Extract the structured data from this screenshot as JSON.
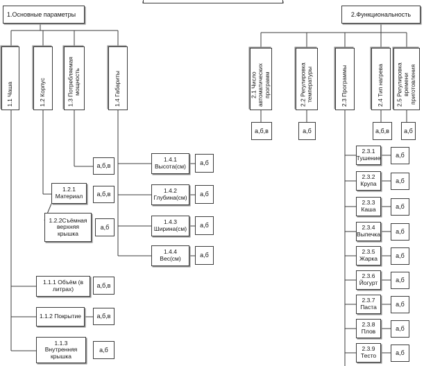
{
  "root_box": {
    "label": ""
  },
  "branch1": {
    "title": "1.Основные параметры",
    "groups": [
      {
        "label": "1.1 Чаша"
      },
      {
        "label": "1.2 Корпус"
      },
      {
        "label": "1.3 Потребляемая\nмощность"
      },
      {
        "label": "1.4 Габариты"
      }
    ],
    "power_code": "а,б,в",
    "body_items": [
      {
        "label": "1.2.1\nМатериал",
        "code": "а,б,в"
      },
      {
        "label": "1.2.2Съёмная\nверхняя\nкрышка",
        "code": "а,б"
      }
    ],
    "dimension_items": [
      {
        "label": "1.4.1\nВысота(см)",
        "code": "а,б"
      },
      {
        "label": "1.4.2\nГлубина(см)",
        "code": "а,б"
      },
      {
        "label": "1.4.3\nШирина(см)",
        "code": "а,б"
      },
      {
        "label": "1.4.4\nВес(см)",
        "code": "а,б"
      }
    ],
    "bowl_items": [
      {
        "label": "1.1.1 Объём (в\nлитрах)",
        "code": "а,б,в"
      },
      {
        "label": "1.1.2 Покрытие",
        "code": "а,б,в"
      },
      {
        "label": "1.1.3\nВнутренняя\nкрышка",
        "code": "а,б"
      }
    ]
  },
  "branch2": {
    "title": "2.Функциональность",
    "groups": [
      {
        "label": "2.1 Число\nавтоматических\nпрограмм",
        "code": "а,б,в"
      },
      {
        "label": "2.2 Регулировка\nтемпературы",
        "code": "а,б"
      },
      {
        "label": "2.3 Программы",
        "code": ""
      },
      {
        "label": "2.4 Тип нагрева",
        "code": "а,б,в"
      },
      {
        "label": "2.5 Регулировка\nвремени\nприготовления",
        "code": "а,б"
      }
    ],
    "programs": [
      {
        "label": "2.3.1\nТушение",
        "code": "а,б"
      },
      {
        "label": "2.3.2\nКрупа",
        "code": "а,б"
      },
      {
        "label": "2.3.3\nКаша",
        "code": "а,б"
      },
      {
        "label": "2.3.4\nВыпечка",
        "code": "а,б"
      },
      {
        "label": "2.3.5\nЖарка",
        "code": "а,б"
      },
      {
        "label": "2.3.6\nЙогурт",
        "code": "а,б"
      },
      {
        "label": "2.3.7\nПаста",
        "code": "а,б"
      },
      {
        "label": "2.3.8\nПлов",
        "code": "а,б"
      },
      {
        "label": "2.3.9\nТесто",
        "code": "а,б"
      }
    ]
  }
}
